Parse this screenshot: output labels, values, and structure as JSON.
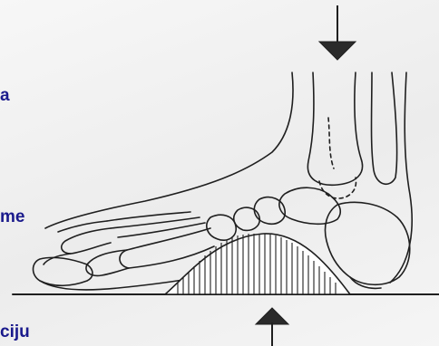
{
  "slide": {
    "text_fragments": [
      "a",
      "me",
      "ciju"
    ]
  },
  "figure": {
    "subject": "foot-skeleton-sagittal-view",
    "arrows": [
      "arrow-down-icon",
      "arrow-up-icon"
    ],
    "colors": {
      "text": "#1a1a8c",
      "ink": "#1f1f1f",
      "background": "#f3f3f3"
    }
  }
}
